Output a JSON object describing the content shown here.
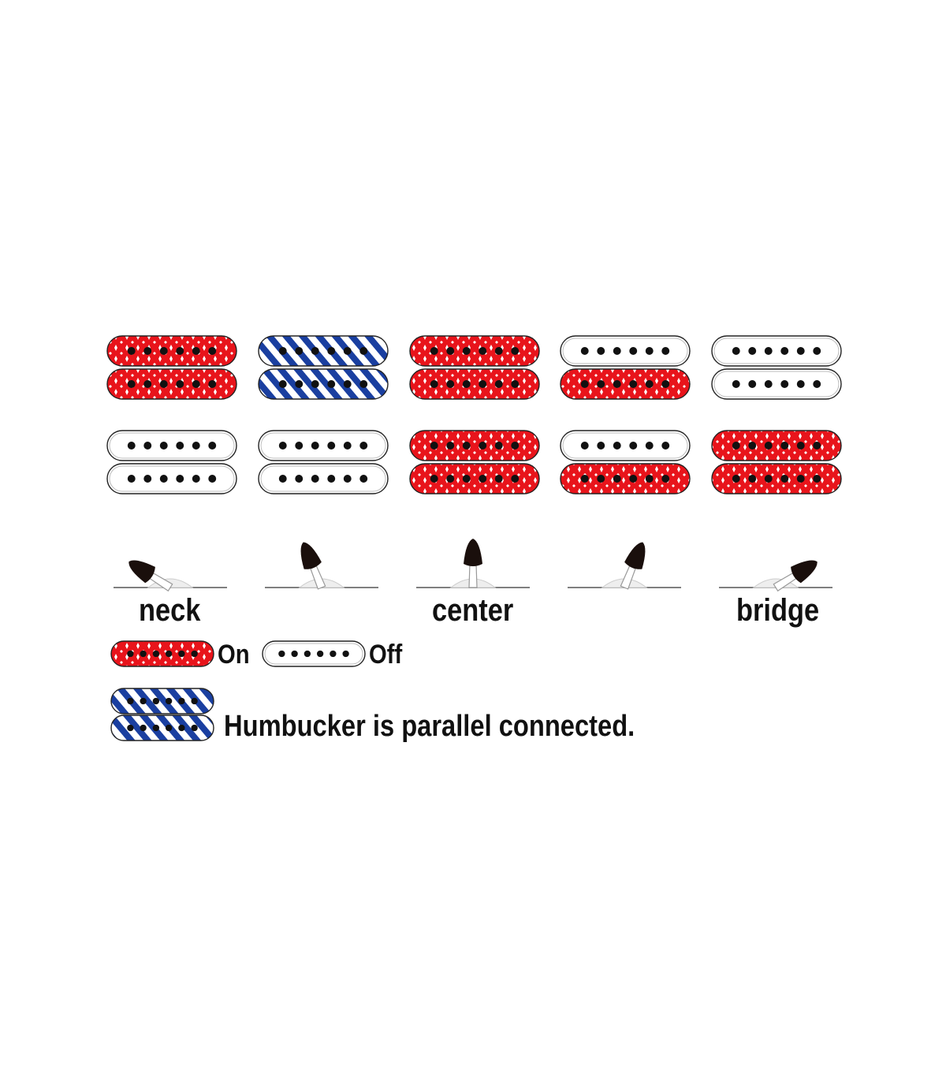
{
  "colors": {
    "on": "#e8141b",
    "parallel": "#1a3fa0",
    "off": "#ffffff",
    "outline": "#222222",
    "pole": "#111111"
  },
  "positions": [
    {
      "label": "neck",
      "lever": "far-left",
      "neck_pickup": "on",
      "bridge_pickup": "off"
    },
    {
      "label": "",
      "lever": "left",
      "neck_pickup": "parallel",
      "bridge_pickup": "off"
    },
    {
      "label": "center",
      "lever": "center",
      "neck_pickup": "on",
      "bridge_pickup": "on"
    },
    {
      "label": "",
      "lever": "right",
      "neck_pickup": "half",
      "bridge_pickup": "half"
    },
    {
      "label": "bridge",
      "lever": "far-right",
      "neck_pickup": "off",
      "bridge_pickup": "on"
    }
  ],
  "legend": {
    "on_label": "On",
    "off_label": "Off",
    "parallel_label": "Humbucker is parallel connected."
  }
}
